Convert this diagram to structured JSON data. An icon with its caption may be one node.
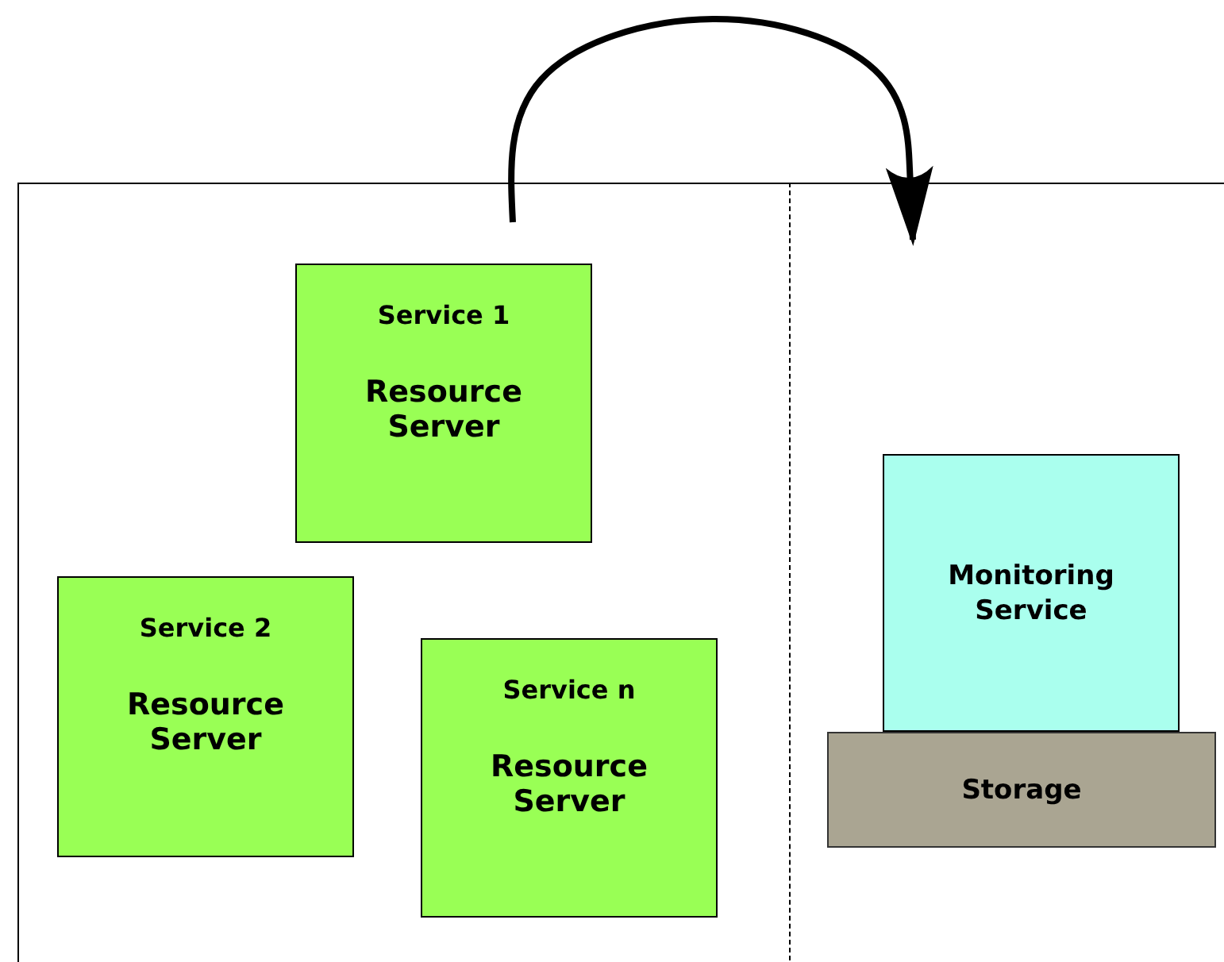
{
  "diagram": {
    "nodes": [
      {
        "text": [],
        "shape": "box"
      },
      {
        "text": [],
        "shape": "box"
      },
      {
        "text": [
          "Service 1",
          "Resource Server"
        ],
        "in": 0
      },
      {
        "text": [
          "Service 2",
          "Resource Server"
        ],
        "in": 0
      },
      {
        "text": [
          "Service n",
          "Resource Server"
        ],
        "in": 0
      },
      {
        "text": [
          "Monitoring Service"
        ],
        "in": 1
      },
      {
        "text": [
          "Storage"
        ],
        "in": 1
      }
    ],
    "edges": [
      {
        "from": 0,
        "to": 1,
        "arrow": "to"
      }
    ]
  }
}
